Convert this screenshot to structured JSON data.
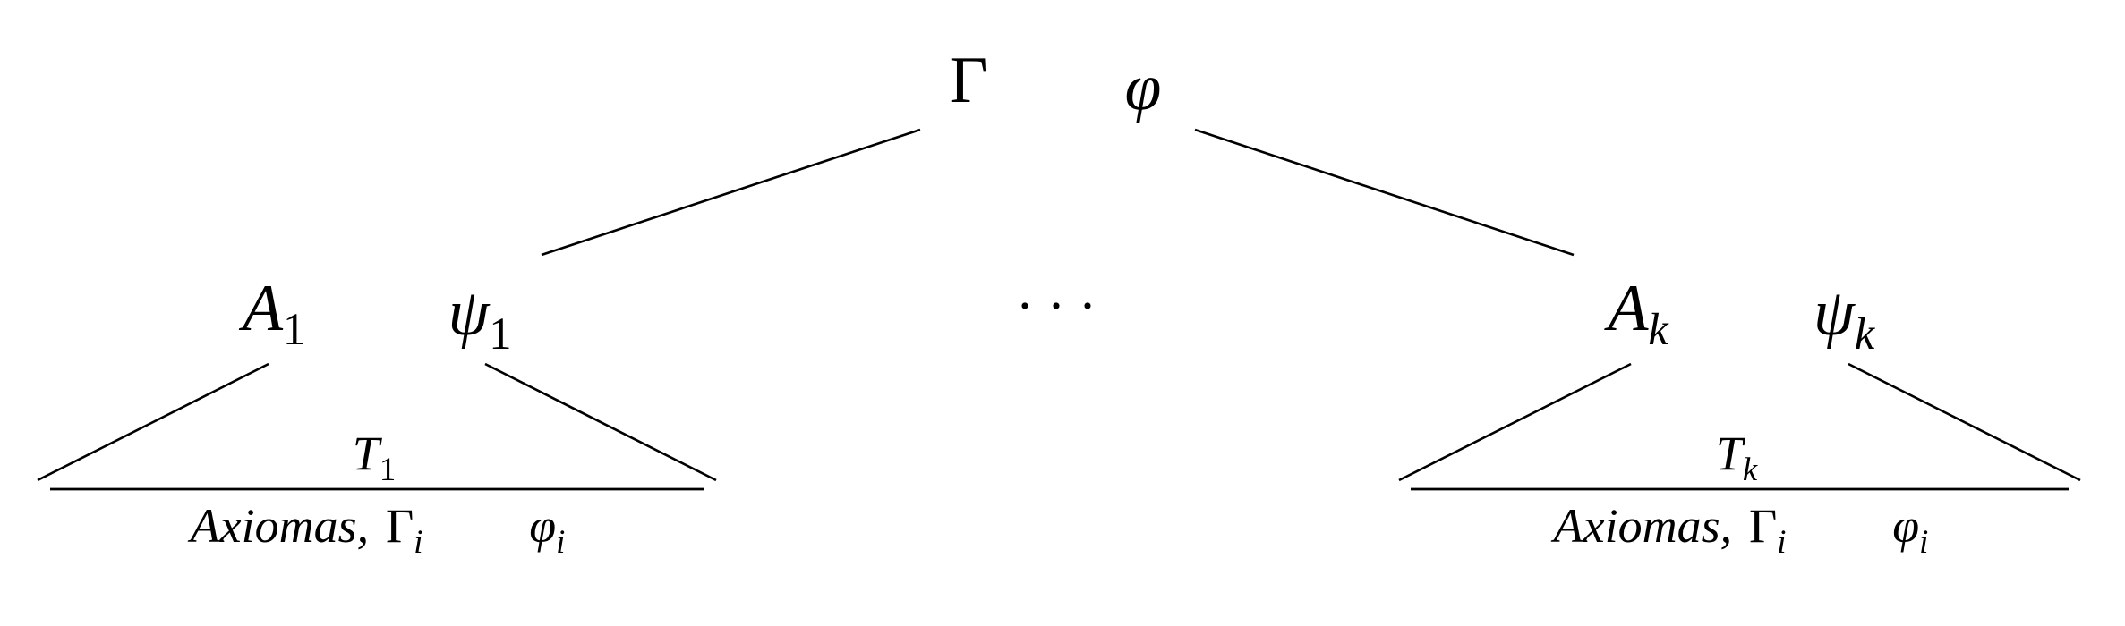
{
  "diagram": {
    "root": {
      "gamma": "Γ",
      "phi": "φ"
    },
    "ellipsis": "· · ·",
    "branches": [
      {
        "assumption": {
          "symbol": "A",
          "index": "1"
        },
        "formula": {
          "symbol": "ψ",
          "index": "1"
        },
        "tree": {
          "symbol": "T",
          "index": "1"
        },
        "leaves": {
          "axioms": "Axiomas,",
          "gamma": "Γ",
          "gamma_index": "i",
          "phi": "φ",
          "phi_index": "i"
        }
      },
      {
        "assumption": {
          "symbol": "A",
          "index": "k"
        },
        "formula": {
          "symbol": "ψ",
          "index": "k"
        },
        "tree": {
          "symbol": "T",
          "index": "k"
        },
        "leaves": {
          "axioms": "Axiomas,",
          "gamma": "Γ",
          "gamma_index": "i",
          "phi": "φ",
          "phi_index": "i"
        }
      }
    ],
    "colors": {
      "ink": "#000000",
      "background": "#ffffff"
    }
  }
}
